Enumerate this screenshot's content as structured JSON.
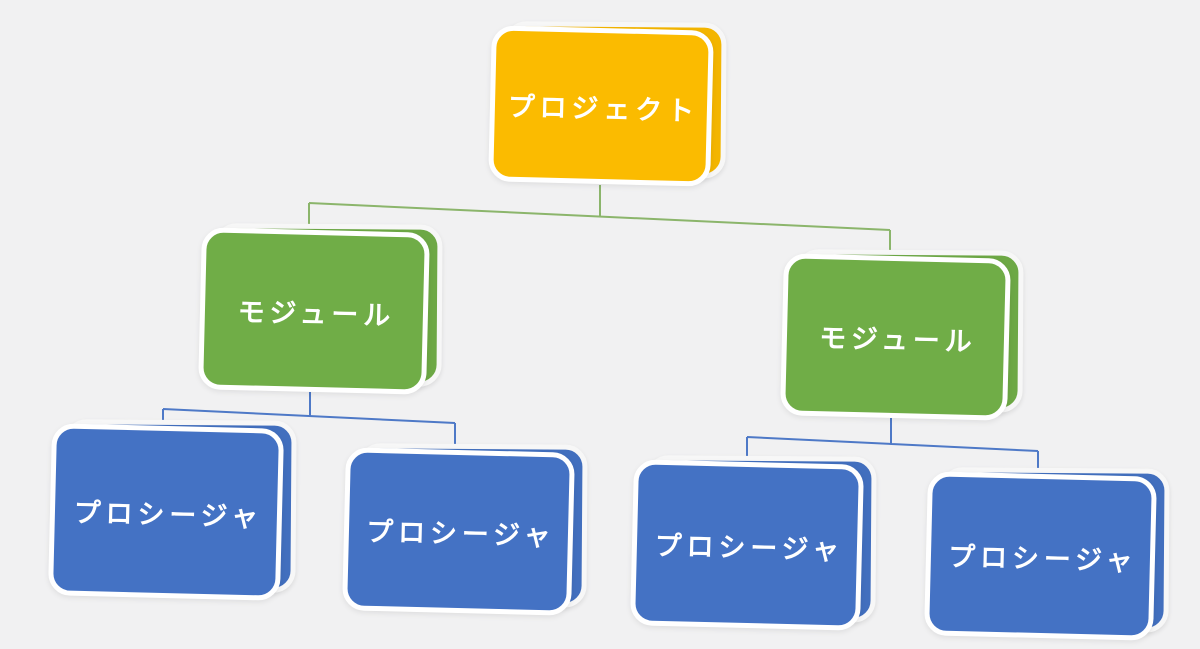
{
  "diagram": {
    "description": "Hierarchy diagram: project contains modules, modules contain procedures",
    "levels": [
      "project",
      "module",
      "procedure"
    ],
    "nodes": [
      {
        "id": "project",
        "label": "プロジェクト",
        "type": "project",
        "parent": null
      },
      {
        "id": "module-1",
        "label": "モジュール",
        "type": "module",
        "parent": "project"
      },
      {
        "id": "module-2",
        "label": "モジュール",
        "type": "module",
        "parent": "project"
      },
      {
        "id": "procedure-1",
        "label": "プロシージャ",
        "type": "procedure",
        "parent": "module-1"
      },
      {
        "id": "procedure-2",
        "label": "プロシージャ",
        "type": "procedure",
        "parent": "module-1"
      },
      {
        "id": "procedure-3",
        "label": "プロシージャ",
        "type": "procedure",
        "parent": "module-2"
      },
      {
        "id": "procedure-4",
        "label": "プロシージャ",
        "type": "procedure",
        "parent": "module-2"
      }
    ]
  },
  "colors": {
    "background": "#f1f1f2",
    "project_fill": "#fbbb00",
    "module_fill": "#70ad47",
    "procedure_fill": "#4472c4",
    "connector_green": "#7fae5c",
    "connector_blue": "#4472c4",
    "card_outline": "#ffffff",
    "label_text": "#ffffff"
  }
}
